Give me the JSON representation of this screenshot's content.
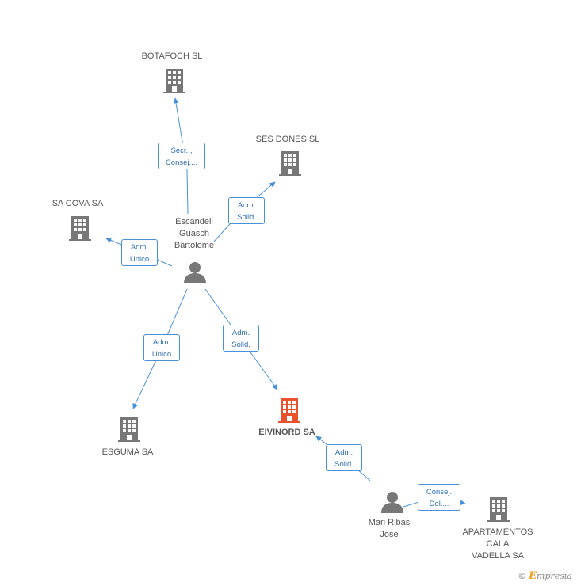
{
  "nodes": {
    "botafoch": {
      "label": "BOTAFOCH SL",
      "type": "company"
    },
    "ses_dones": {
      "label": "SES DONES SL",
      "type": "company"
    },
    "sa_cova": {
      "label": "SA COVA SA",
      "type": "company"
    },
    "escandell": {
      "label": "Escandell\nGuasch\nBartolome",
      "type": "person"
    },
    "esguma": {
      "label": "ESGUMA SA",
      "type": "company"
    },
    "eivinord": {
      "label": "EIVINORD SA",
      "type": "company-focus"
    },
    "mari_ribas": {
      "label": "Mari Ribas\nJose",
      "type": "person"
    },
    "apartamentos": {
      "label": "APARTAMENTOS\nCALA\nVADELLA SA",
      "type": "company"
    }
  },
  "edges": {
    "e1": {
      "line1": "Secr. ,",
      "line2": "Consej...."
    },
    "e2": {
      "line1": "Adm.",
      "line2": "Solid."
    },
    "e3": {
      "line1": "Adm.",
      "line2": "Unico"
    },
    "e4": {
      "line1": "Adm.",
      "line2": "Unico"
    },
    "e5": {
      "line1": "Adm.",
      "line2": "Solid."
    },
    "e6": {
      "line1": "Adm.",
      "line2": "Solid."
    },
    "e7": {
      "line1": "Consej.",
      "line2": "Del...."
    }
  },
  "footer": {
    "copyright": "©",
    "brand_initial": "E",
    "brand_rest": "mpresia"
  },
  "colors": {
    "company": "#777777",
    "focus": "#e8532b",
    "person": "#777777",
    "edge": "#4a90d9"
  }
}
